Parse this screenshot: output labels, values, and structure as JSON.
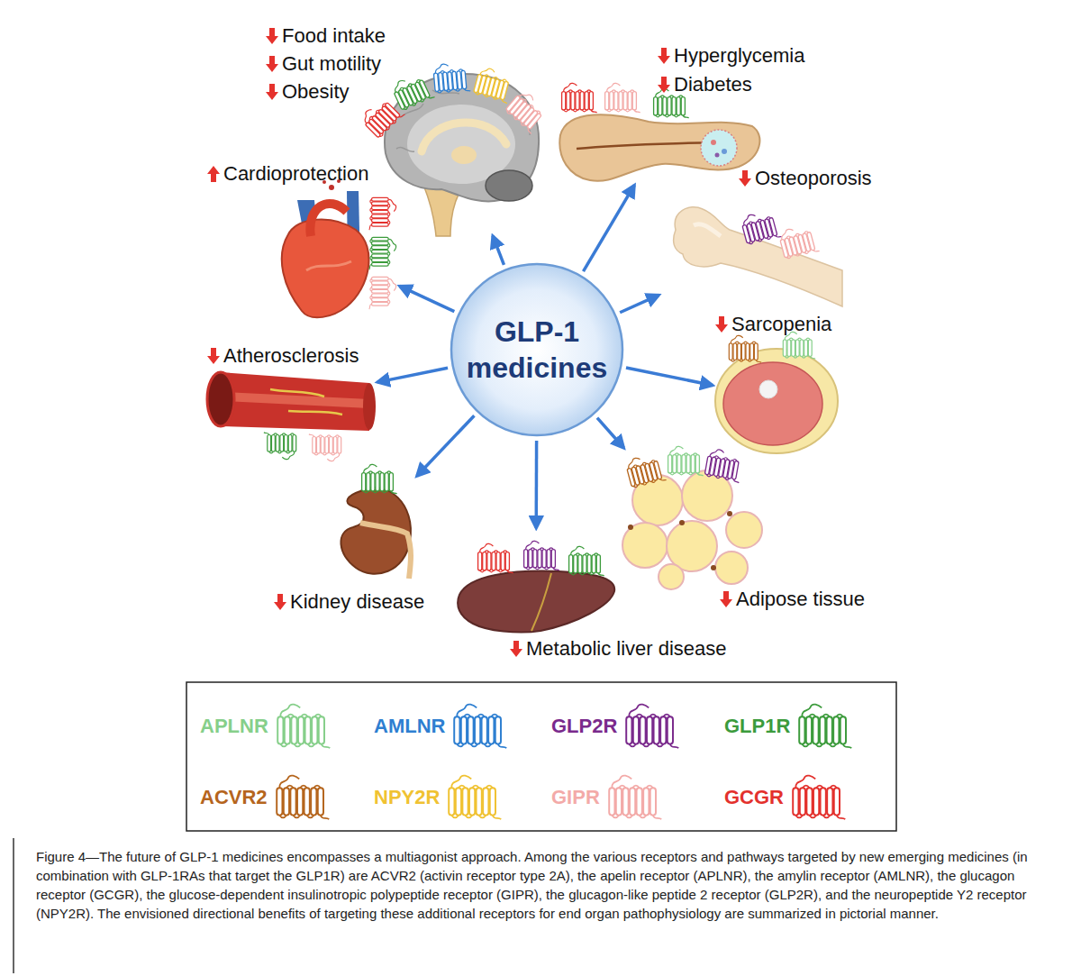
{
  "diagram": {
    "caption": "Figure 4—The future of GLP-1 medicines encompasses a multiagonist approach. Among the various receptors and pathways targeted by new emerging medicines (in combination with GLP-1RAs that target the GLP1R) are ACVR2 (activin receptor type 2A), the apelin receptor (APLNR), the amylin receptor (AMLNR), the glucagon receptor (GCGR), the glucose-dependent insulinotropic polypeptide receptor (GIPR), the glucagon-like peptide 2 receptor (GLP2R), and the neuropeptide Y2 receptor (NPY2R). The envisioned directional benefits of targeting these additional receptors for end organ pathophysiology are summarized in pictorial manner.",
    "nodes": [
      {
        "text": [
          "Food intake",
          "Gut motility",
          "Obesity"
        ]
      },
      {
        "text": [
          "Hyperglycemia",
          "Diabetes"
        ]
      },
      {
        "text": [
          "Cardioprotection"
        ]
      },
      {
        "text": [
          "Osteoporosis"
        ]
      },
      {
        "text": [
          "GLP-1 medicines"
        ]
      },
      {
        "text": [
          "Sarcopenia"
        ]
      },
      {
        "text": [
          "Atherosclerosis"
        ]
      },
      {
        "text": [
          "Kidney disease"
        ]
      },
      {
        "text": [
          "Adipose tissue"
        ]
      },
      {
        "text": [
          "Metabolic liver disease"
        ]
      }
    ],
    "edges": [
      {
        "from": 4,
        "to": 0,
        "arrow": "to"
      },
      {
        "from": 4,
        "to": 1,
        "arrow": "to"
      },
      {
        "from": 4,
        "to": 2,
        "arrow": "to"
      },
      {
        "from": 4,
        "to": 3,
        "arrow": "to"
      },
      {
        "from": 4,
        "to": 5,
        "arrow": "to"
      },
      {
        "from": 4,
        "to": 6,
        "arrow": "to"
      },
      {
        "from": 4,
        "to": 7,
        "arrow": "to"
      },
      {
        "from": 4,
        "to": 8,
        "arrow": "to"
      },
      {
        "from": 4,
        "to": 9,
        "arrow": "to"
      }
    ],
    "legend": [
      {
        "text": "APLNR",
        "color": "#86cf8a"
      },
      {
        "text": "AMLNR",
        "color": "#2e7fd1"
      },
      {
        "text": "GLP2R",
        "color": "#7a2a8c"
      },
      {
        "text": "GLP1R",
        "color": "#3c9b3c"
      },
      {
        "text": "ACVR2",
        "color": "#b5651d"
      },
      {
        "text": "NPY2R",
        "color": "#f0c232"
      },
      {
        "text": "GIPR",
        "color": "#f3aaa8"
      },
      {
        "text": "GCGR",
        "color": "#e3312d"
      }
    ]
  }
}
